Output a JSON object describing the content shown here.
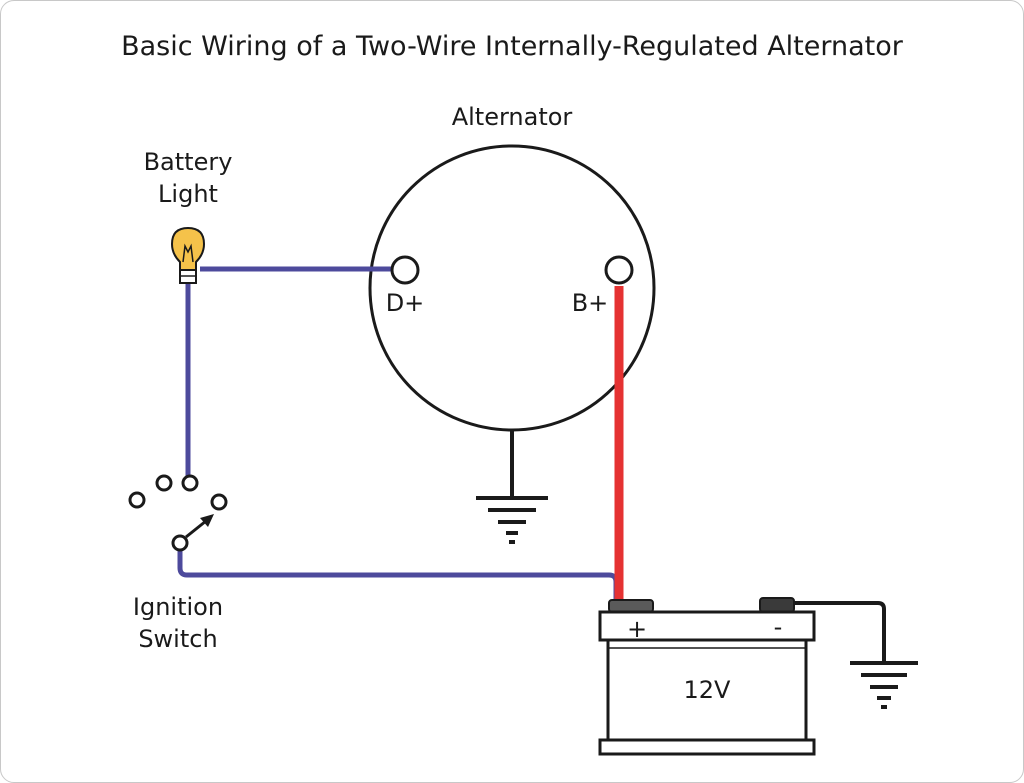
{
  "title": "Basic Wiring of a Two-Wire Internally-Regulated Alternator",
  "alternator": {
    "label": "Alternator",
    "terminal_d": "D+",
    "terminal_b": "B+"
  },
  "battery_light": {
    "line1": "Battery",
    "line2": "Light"
  },
  "ignition_switch": {
    "line1": "Ignition",
    "line2": "Switch"
  },
  "battery": {
    "voltage": "12V",
    "positive": "+",
    "negative": "-"
  },
  "colors": {
    "ignition_wire": "#4d4a9c",
    "charge_wire": "#e53232",
    "ground_wire": "#1a1a1a",
    "bulb_glass": "#f5c24a"
  },
  "icons": [
    "light-bulb-icon",
    "ground-symbol-icon",
    "switch-icon",
    "battery-icon"
  ]
}
